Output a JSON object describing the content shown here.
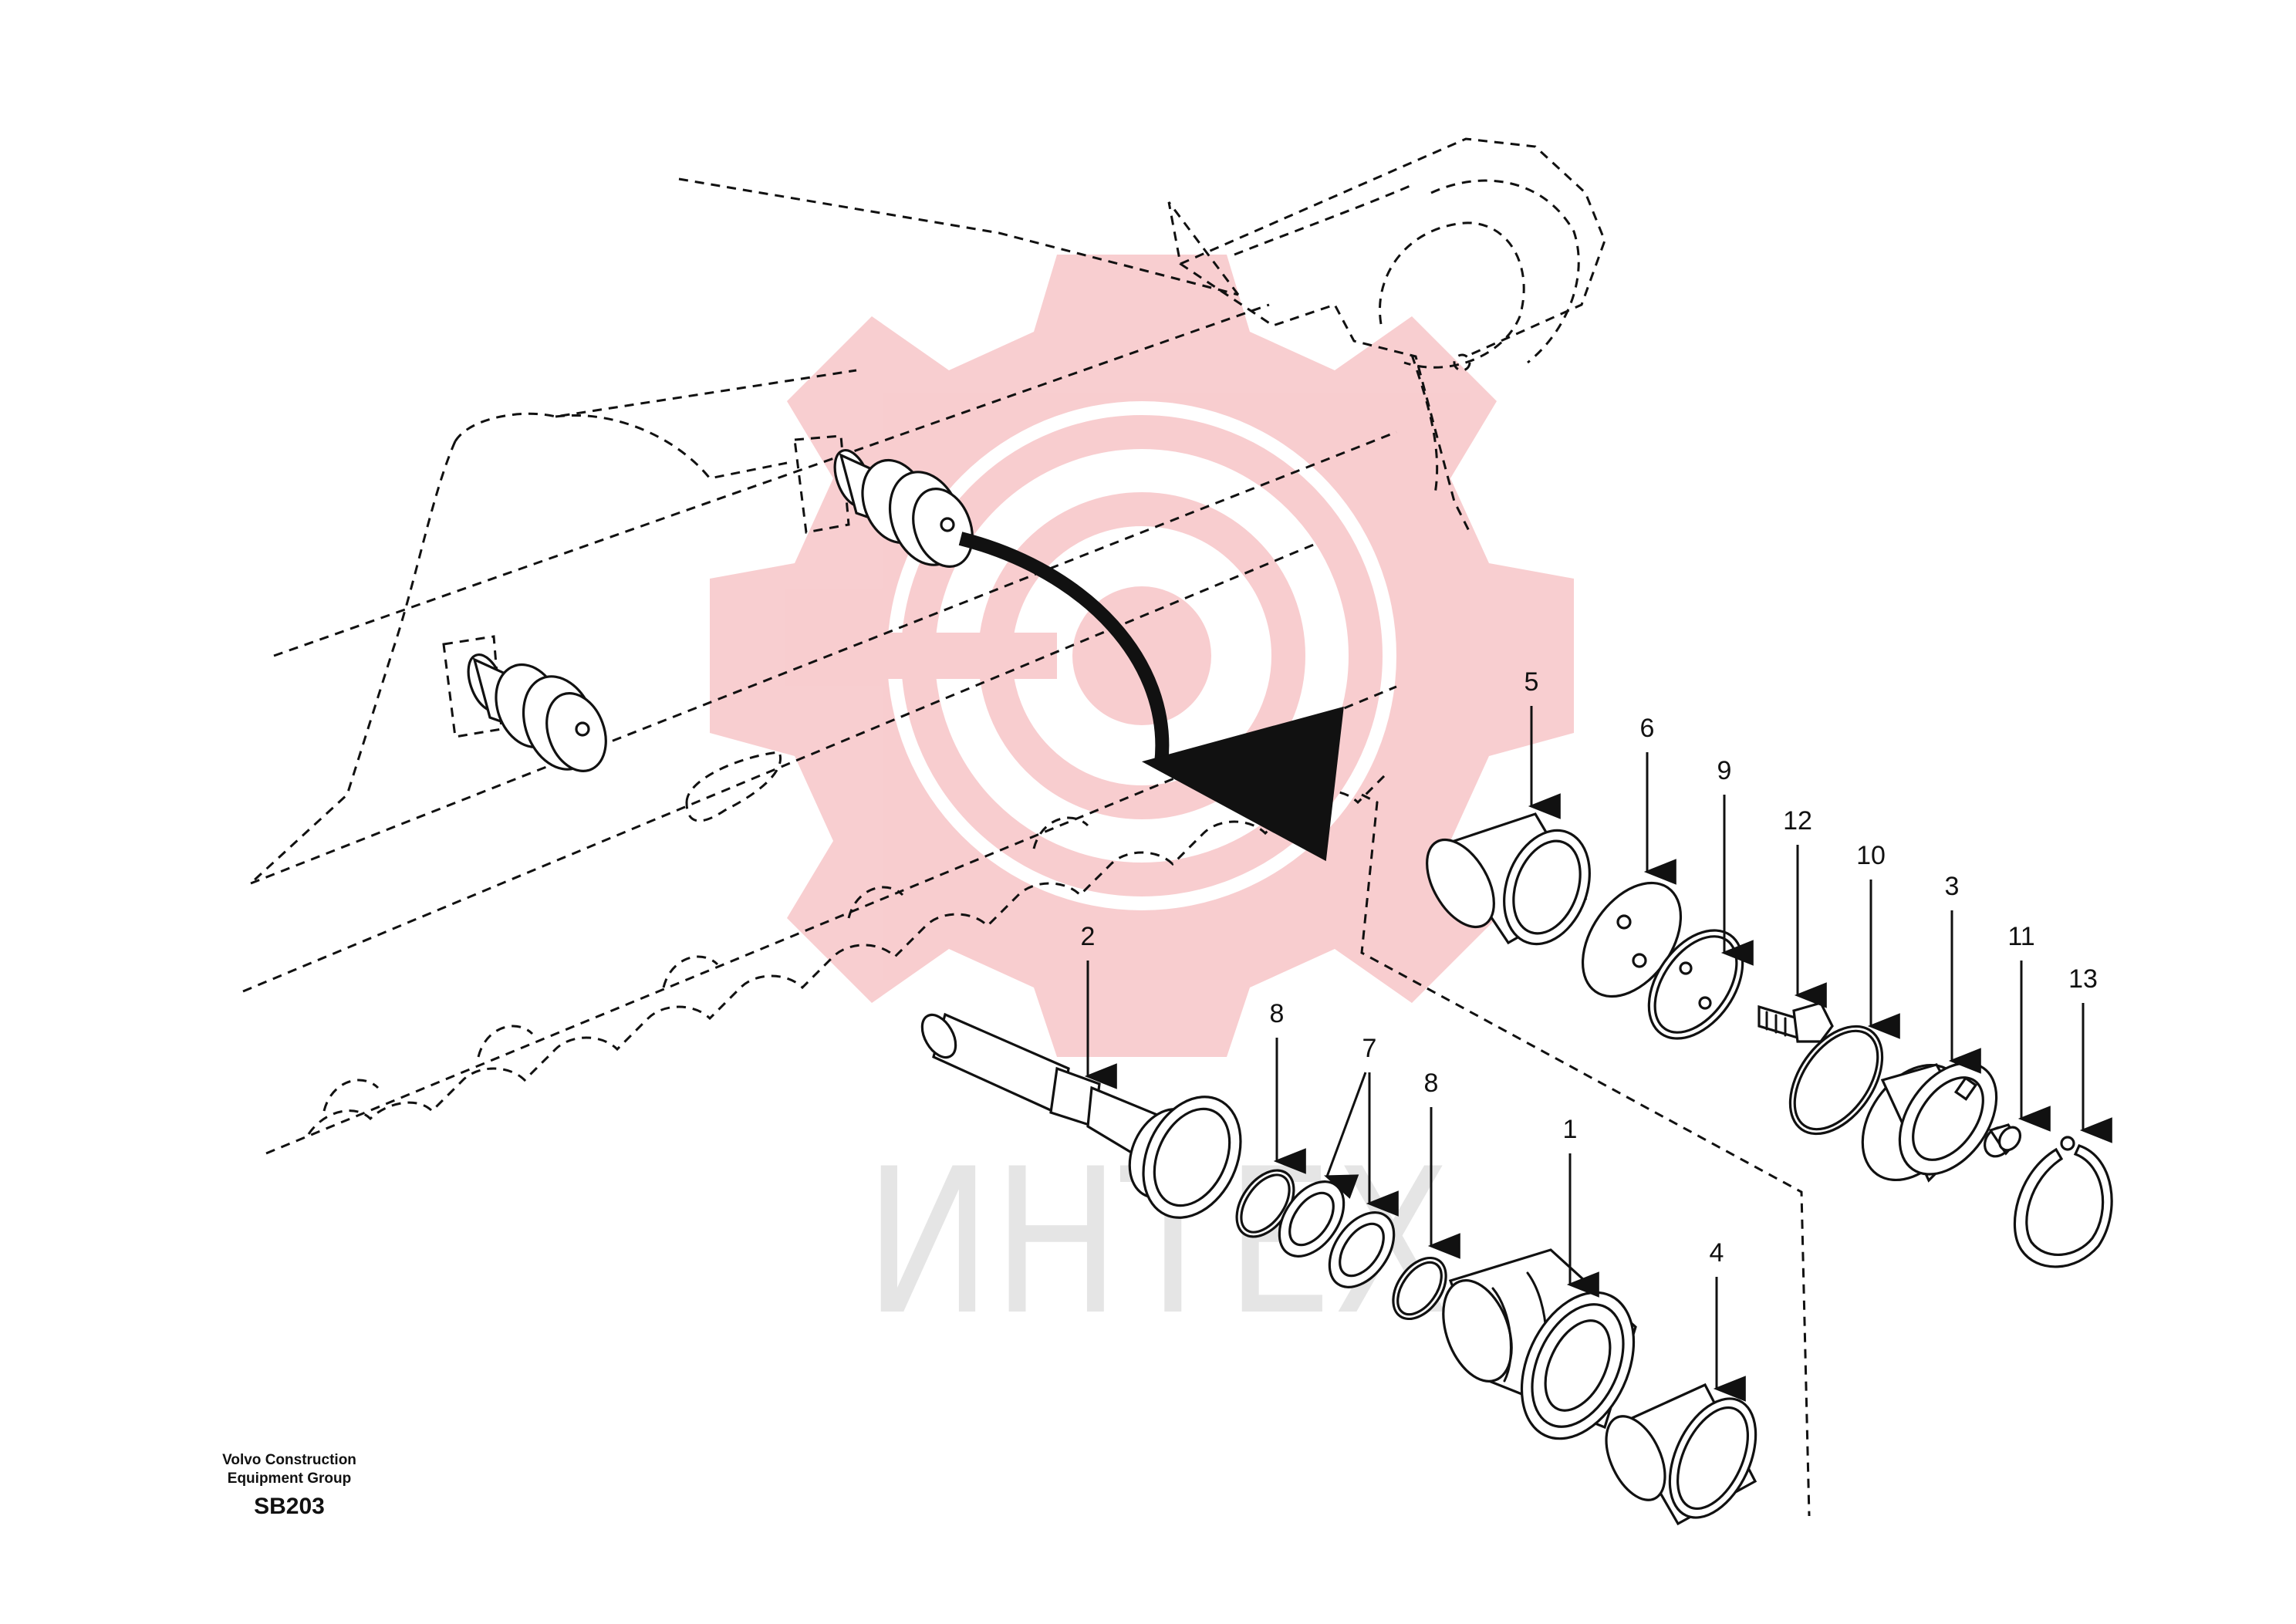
{
  "footer": {
    "company_line1": "Volvo Construction",
    "company_line2": "Equipment Group",
    "code": "SB203"
  },
  "watermark": {
    "text": "ИНТЕХ",
    "color": "#e0202a"
  },
  "callouts": [
    "1",
    "2",
    "3",
    "4",
    "5",
    "6",
    "7",
    "8",
    "8",
    "9",
    "10",
    "11",
    "12",
    "13"
  ],
  "icons": {
    "logo": "gear-logo-icon",
    "arrow": "curved-arrow-icon",
    "arrowhead": "arrowhead-icon"
  }
}
